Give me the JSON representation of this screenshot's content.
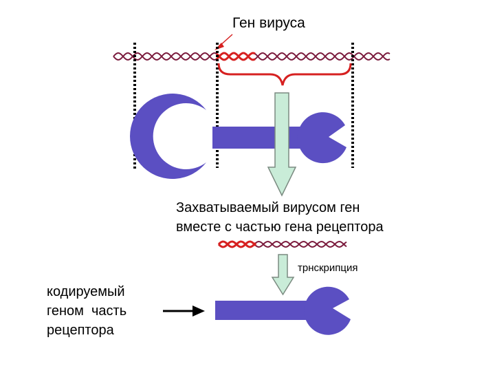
{
  "labels": {
    "virus_gene": "Ген вируса",
    "captured_line1": "Захватываемый вирусом ген",
    "captured_line2": "вместе с частью гена рецептора",
    "transcription": "трнскрипция",
    "encoded_line1": "кодируемый",
    "encoded_line2": "геном  часть",
    "encoded_line3": "рецептора"
  },
  "colors": {
    "dna_strand": "#7a1a3c",
    "virus_gene": "#d62020",
    "receptor": "#5b4fc2",
    "arrow_fill": "#c9ecd8",
    "arrow_stroke": "#7a8a80",
    "guide_line": "#000000"
  }
}
